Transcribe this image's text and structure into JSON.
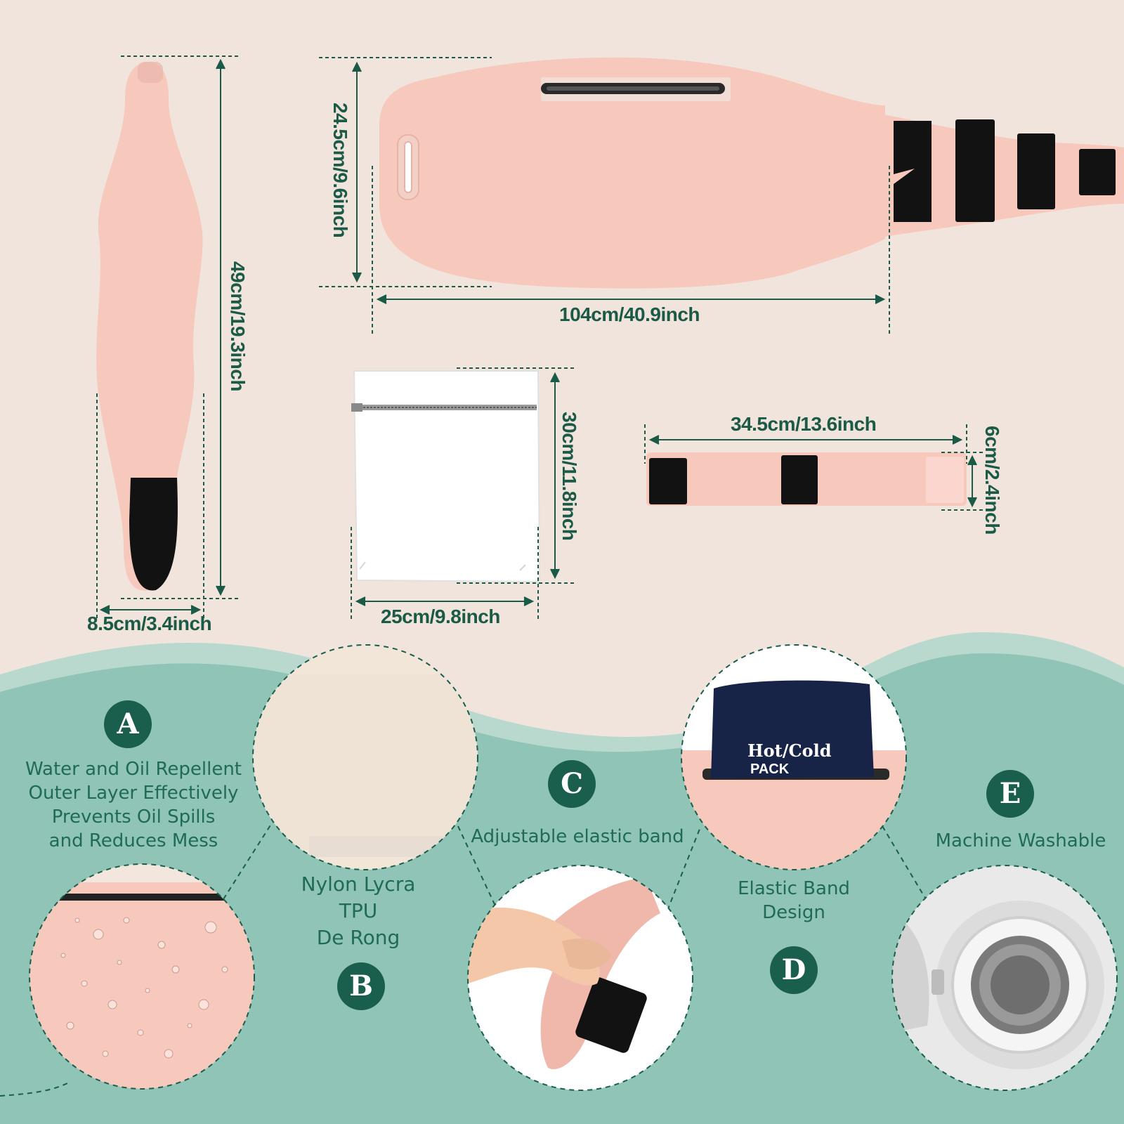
{
  "dimensions": {
    "strap_length": "49cm/19.3inch",
    "strap_width": "8.5cm/3.4inch",
    "belt_height": "24.5cm/9.6inch",
    "belt_length": "104cm/40.9inch",
    "bag_height": "30cm/11.8inch",
    "bag_width": "25cm/9.8inch",
    "extender_length": "34.5cm/13.6inch",
    "extender_height": "6cm/2.4inch"
  },
  "features": {
    "a": {
      "badge": "A",
      "lines": [
        "Water and Oil Repellent",
        "Outer Layer Effectively",
        "Prevents Oil Spills",
        "and Reduces Mess"
      ]
    },
    "b": {
      "badge": "B",
      "lines": [
        "Nylon Lycra",
        "TPU",
        "De Rong"
      ]
    },
    "c": {
      "badge": "C",
      "lines": [
        "Adjustable elastic band"
      ]
    },
    "d": {
      "badge": "D",
      "lines": [
        "Elastic Band",
        "Design"
      ]
    },
    "e": {
      "badge": "E",
      "lines": [
        "Machine Washable"
      ]
    }
  },
  "pack_label": {
    "line1": "Hot/Cold",
    "line2": "PACK"
  },
  "colors": {
    "background": "#f1e4dc",
    "teal": "#8fc4b6",
    "teal_light": "#b9d9cf",
    "dark_green": "#1a5e4e",
    "pink": "#f7c9bd",
    "black_patch": "#121212",
    "navy_pack": "#172448"
  }
}
